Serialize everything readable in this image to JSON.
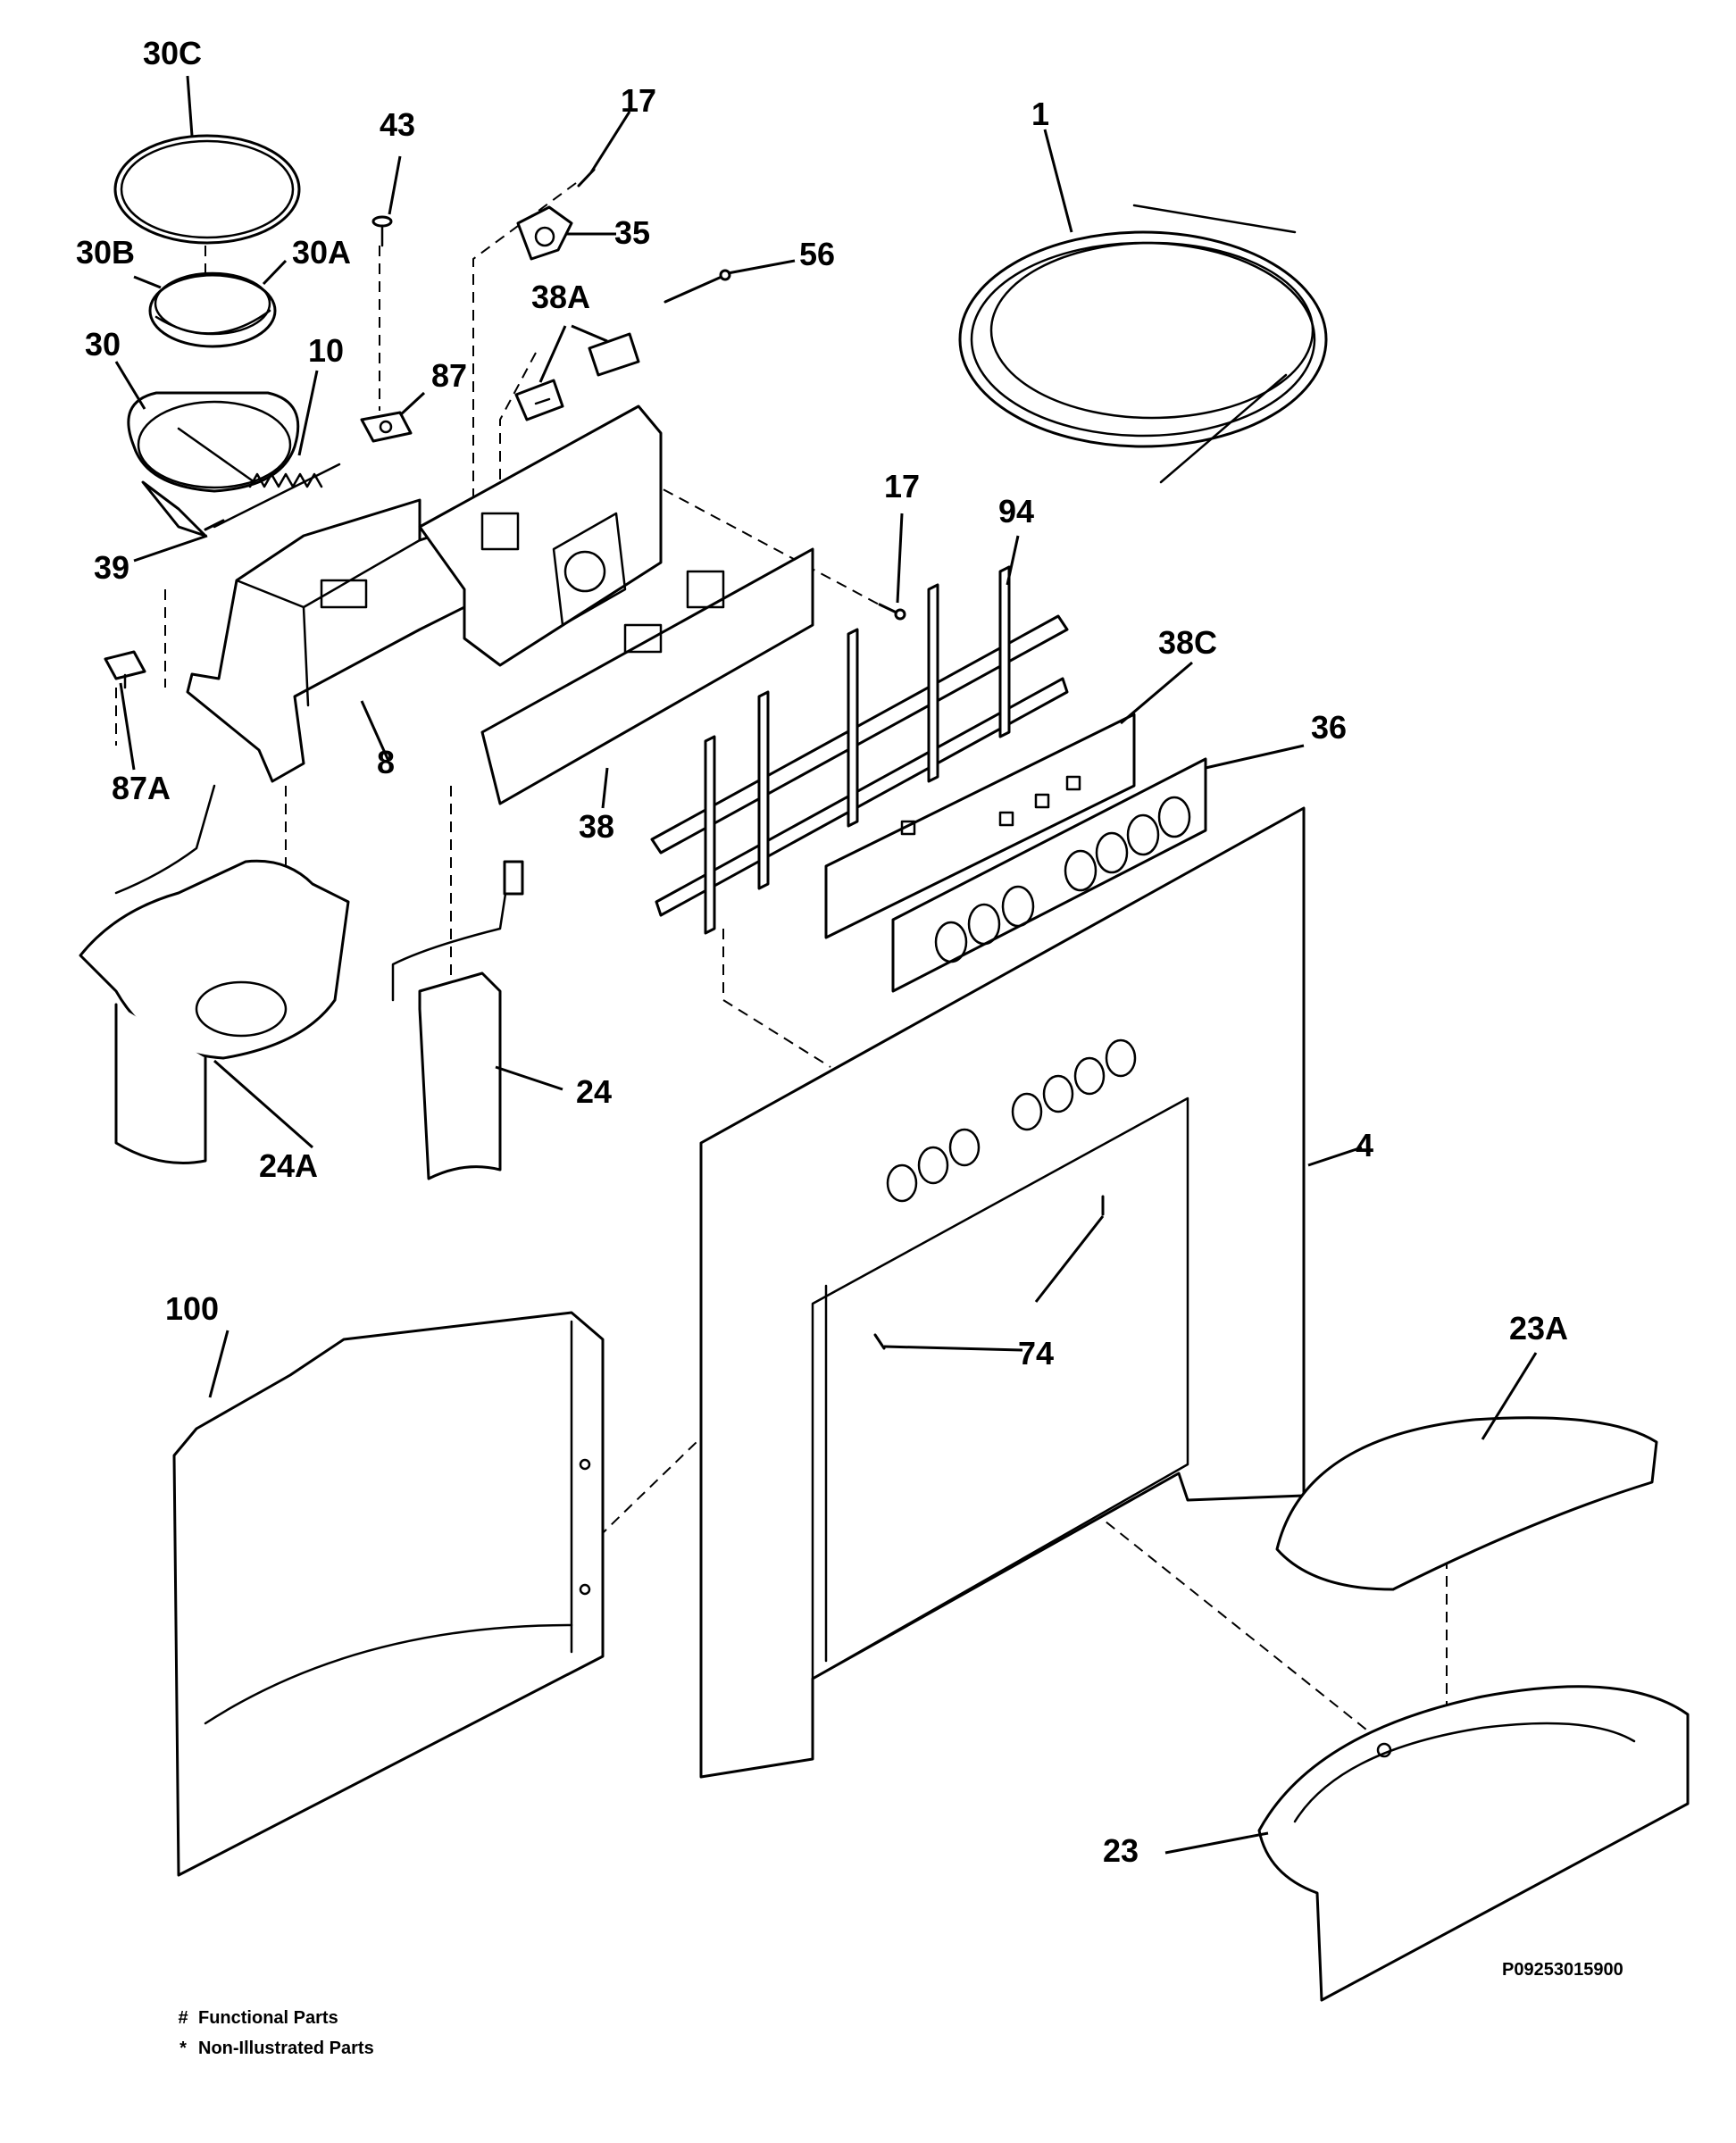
{
  "callouts": {
    "p30c": "30C",
    "p43": "43",
    "p17a": "17",
    "p1": "1",
    "p35": "35",
    "p56": "56",
    "p30b": "30B",
    "p30a": "30A",
    "p38a": "38A",
    "p30": "30",
    "p10": "10",
    "p87": "87",
    "p39": "39",
    "p17b": "17",
    "p94": "94",
    "p38c": "38C",
    "p36": "36",
    "p8": "8",
    "p87a": "87A",
    "p38": "38",
    "p24": "24",
    "p24a": "24A",
    "p4": "4",
    "p100": "100",
    "p74": "74",
    "p23a": "23A",
    "p23": "23"
  },
  "drawing_id": "P09253015900",
  "legend": [
    {
      "symbol": "#",
      "text": "Functional Parts"
    },
    {
      "symbol": "*",
      "text": "Non-Illustrated Parts"
    }
  ]
}
